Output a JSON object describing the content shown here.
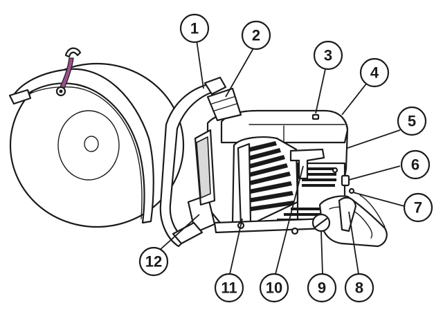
{
  "callouts": [
    {
      "id": "1",
      "label": "1"
    },
    {
      "id": "2",
      "label": "2"
    },
    {
      "id": "3",
      "label": "3"
    },
    {
      "id": "4",
      "label": "4"
    },
    {
      "id": "5",
      "label": "5"
    },
    {
      "id": "6",
      "label": "6"
    },
    {
      "id": "7",
      "label": "7"
    },
    {
      "id": "8",
      "label": "8"
    },
    {
      "id": "9",
      "label": "9"
    },
    {
      "id": "10",
      "label": "10"
    },
    {
      "id": "11",
      "label": "11"
    },
    {
      "id": "12",
      "label": "12"
    }
  ],
  "colors": {
    "line": "#1a1a1a",
    "background": "#ffffff",
    "accent_strap": "#9b4f8a",
    "shade": "#d9d9d9"
  }
}
